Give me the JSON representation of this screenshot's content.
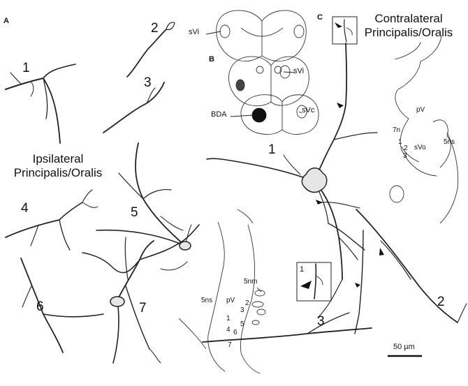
{
  "panels": {
    "a": "A",
    "b": "B",
    "c": "C"
  },
  "titles": {
    "ipsi": [
      "Ipsilateral",
      "Principalis/Oralis"
    ],
    "contra": [
      "Contralateral",
      "Principalis/Oralis"
    ]
  },
  "neuron_labels_a": [
    "1",
    "2",
    "3",
    "4",
    "5",
    "6",
    "7"
  ],
  "neuron_labels_c": [
    "1",
    "2",
    "3"
  ],
  "section_b_labels": {
    "svi_top": "sVi",
    "svi_mid": "sVi",
    "bda": "BDA",
    "svc": "sVc"
  },
  "ipsi_map": {
    "regions": {
      "nuc5ns": "5ns",
      "pv": "pV",
      "nuc5nm": "5nm"
    },
    "cells": [
      "1",
      "2",
      "3",
      "4",
      "5",
      "6",
      "7"
    ]
  },
  "contra_map": {
    "regions": {
      "pv": "pV",
      "n7": "7n",
      "svo": "sVo",
      "nuc5ns": "5ns"
    },
    "cells": [
      "1",
      "2",
      "3"
    ]
  },
  "inset_label": "1",
  "scale_bar": "50 µm",
  "colors": {
    "line": "#222222",
    "soma_fill": "#e6e6e6",
    "label_fill": "#111111"
  }
}
